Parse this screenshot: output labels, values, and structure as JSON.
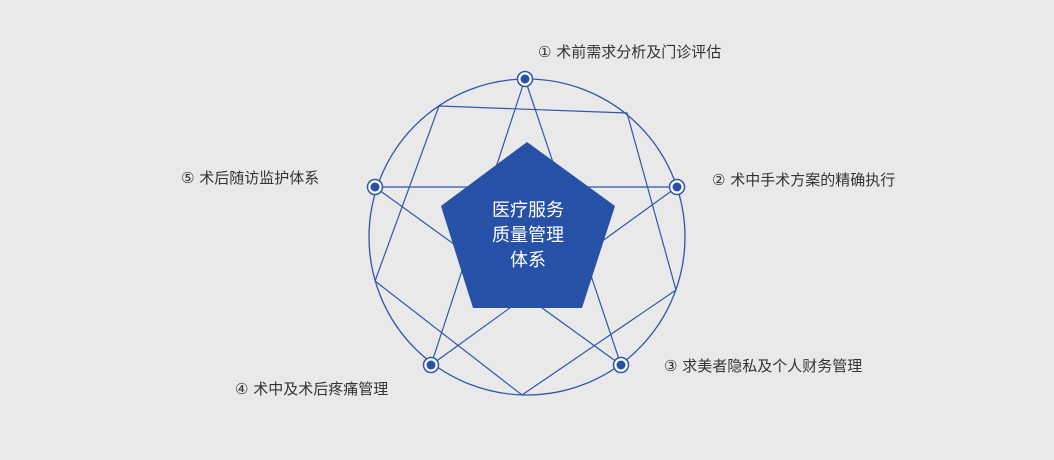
{
  "center": {
    "lines": [
      "医疗服务",
      "质量管理",
      "体系"
    ]
  },
  "steps": [
    {
      "label": "① 术前需求分析及门诊评估"
    },
    {
      "label": "② 术中手术方案的精确执行"
    },
    {
      "label": "③ 求美者隐私及个人财务管理"
    },
    {
      "label": "④ 术中及术后疼痛管理"
    },
    {
      "label": "⑤ 术后随访监护体系"
    }
  ],
  "colors": {
    "background": "#e9e9ea",
    "accent": "#2651a6",
    "line": "#2f56ad",
    "text": "#333333"
  }
}
